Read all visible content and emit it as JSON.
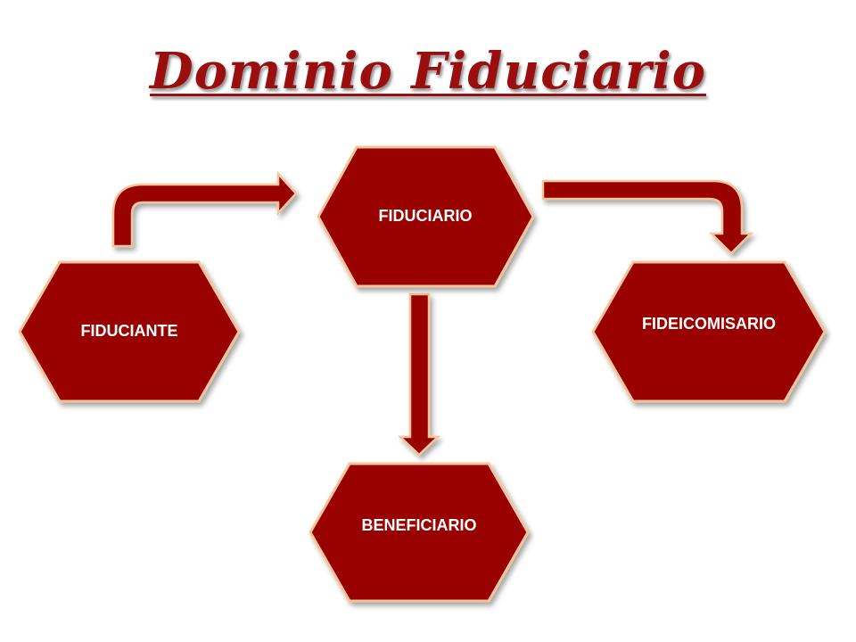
{
  "title": "Dominio Fiduciario",
  "colors": {
    "node_fill": "#990000",
    "node_stroke": "#f4c49a",
    "arrow_fill": "#990000",
    "title": "#9b0e0e"
  },
  "nodes": {
    "fiduciario": "FIDUCIARIO",
    "fiduciante": "FIDUCIANTE",
    "fideicomisario": "FIDEICOMISARIO",
    "beneficiario": "BENEFICIARIO"
  },
  "edges": [
    {
      "from": "FIDUCIANTE",
      "to": "FIDUCIARIO"
    },
    {
      "from": "FIDUCIARIO",
      "to": "FIDEICOMISARIO"
    },
    {
      "from": "FIDUCIARIO",
      "to": "BENEFICIARIO"
    }
  ]
}
